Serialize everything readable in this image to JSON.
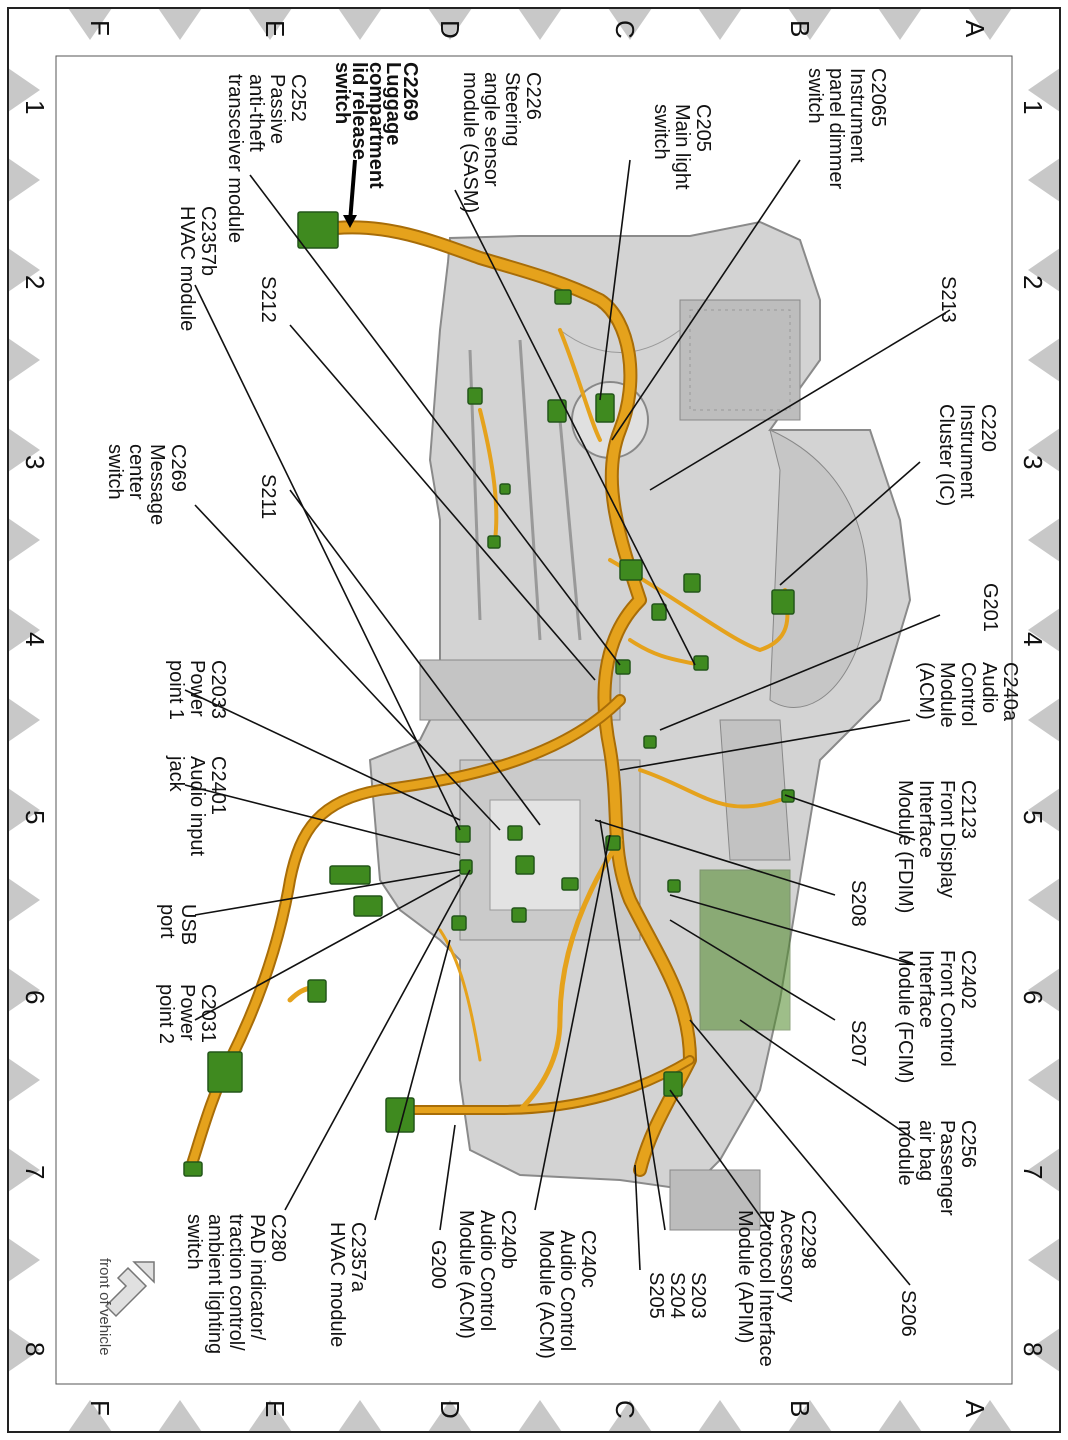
{
  "grid": {
    "columns": [
      "1",
      "2",
      "3",
      "4",
      "5",
      "6",
      "7",
      "8"
    ],
    "rows": [
      "A",
      "B",
      "C",
      "D",
      "E",
      "F"
    ]
  },
  "front_text": "front of vehicle",
  "labels": {
    "c2065": "C2065\nInstrument\npanel dimmer\nswitch",
    "c205": "C205\nMain light\nswitch",
    "c226": "C226\nSteering\nangle sensor\nmodule (SASM)",
    "c2269": "C2269\nLuggage\ncompartment\nlid release\nswitch",
    "c252": "C252\nPassive\nanti-theft\ntransceiver module",
    "s213": "S213",
    "s212": "S212",
    "c2357b": "C2357b\nHVAC module",
    "c220": "C220\nInstrument\nCluster (IC)",
    "s211": "S211",
    "c269": "C269\nMessage\ncenter\nswitch",
    "g201": "G201",
    "c240a": "C240a\nAudio\nControl\nModule\n(ACM)",
    "c2033": "C2033\nPower\npoint 1",
    "c2123": "C2123\nFront Display\nInterface\nModule (FDIM)",
    "c2401": "C2401\nAudio input\njack",
    "s208": "S208",
    "usb": "USB\nport",
    "c2402": "C2402\nFront Control\nInterface\nModule (FCIM)",
    "s207": "S207",
    "c2031": "C2031\nPower\npoint 2",
    "c256": "C256\nPassenger\nair bag\nmodule",
    "c2298": "C2298\nAccessory\nProtocol Interface\nModule (APIM)",
    "s206": "S206",
    "c240c": "C240c\nAudio Control\nModule (ACM)",
    "s203": "S203\nS204\nS205",
    "c240b": "C240b\nAudio Control\nModule (ACM)",
    "g200": "G200",
    "c2357a": "C2357a\nHVAC module",
    "c280": "C280\nPAD indicator/\ntraction control/\nambient lighting\nswitch"
  },
  "colors": {
    "harness": "#e5a21c",
    "harness_edge": "#a86d08",
    "connector": "#3f8a1f",
    "panel": "#cfcfcf",
    "panel_edge": "#8a8a8a",
    "border_diamond": "#c8c8c8"
  }
}
